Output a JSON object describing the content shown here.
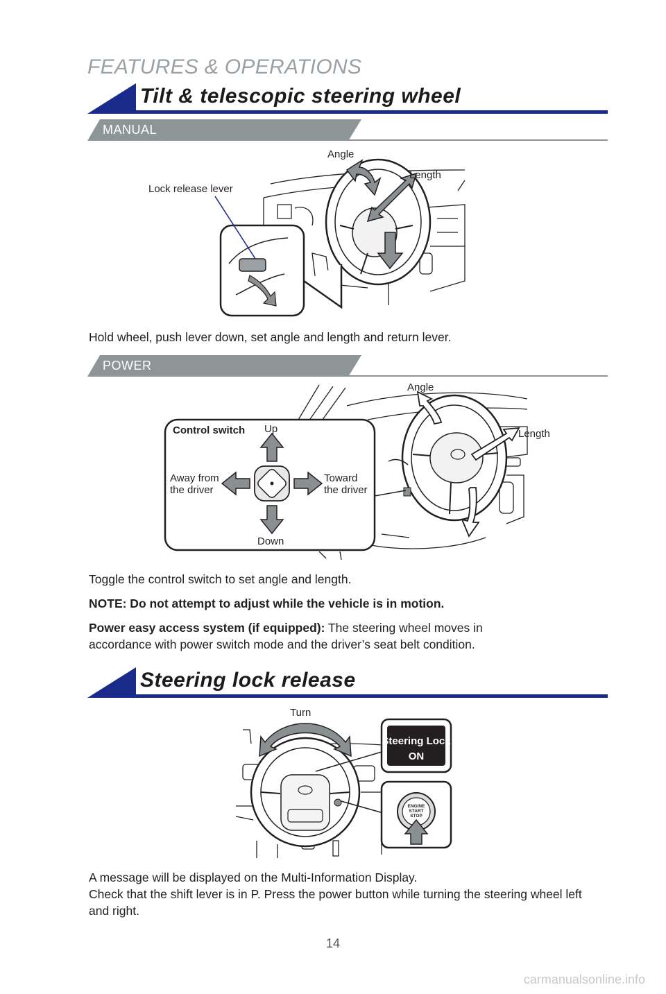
{
  "page": {
    "section_title": "FEATURES & OPERATIONS",
    "page_number": "14",
    "watermark": "carmanualsonline.info"
  },
  "tilt": {
    "title": "Tilt & telescopic steering wheel",
    "manual": {
      "label": "MANUAL",
      "callout_angle": "Angle",
      "callout_length": "Length",
      "callout_lever": "Lock release lever",
      "caption": "Hold wheel, push lever down, set angle and length and return lever."
    },
    "power": {
      "label": "POWER",
      "callout_angle": "Angle",
      "callout_length": "Length",
      "switch_title": "Control switch",
      "dir_up": "Up",
      "dir_down": "Down",
      "dir_away_1": "Away from",
      "dir_away_2": "the driver",
      "dir_toward_1": "Toward",
      "dir_toward_2": "the driver",
      "caption": "Toggle the control switch to set angle and length.",
      "note": "NOTE: Do not attempt to adjust while the vehicle is in motion.",
      "easy_access_label": "Power easy access system (if equipped):",
      "easy_access_text": " The steering wheel moves in accordance with power switch mode and the driver’s seat belt condition."
    }
  },
  "lock": {
    "title": "Steering lock release",
    "callout_turn": "Turn",
    "display_line1": "Steering Lock",
    "display_line2": "ON",
    "button_line1": "ENGINE",
    "button_line2": "START",
    "button_line3": "STOP",
    "caption_line1": "A message will be displayed on the Multi-Information Display.",
    "caption_line2": "Check that the shift lever is in P. Press the power button while turning the steering wheel left and right."
  },
  "colors": {
    "header_blue": "#1a2a8a",
    "sub_gray": "#8e9597",
    "arrow_gray": "#8a8f92",
    "title_gray": "#9aa1a6"
  }
}
